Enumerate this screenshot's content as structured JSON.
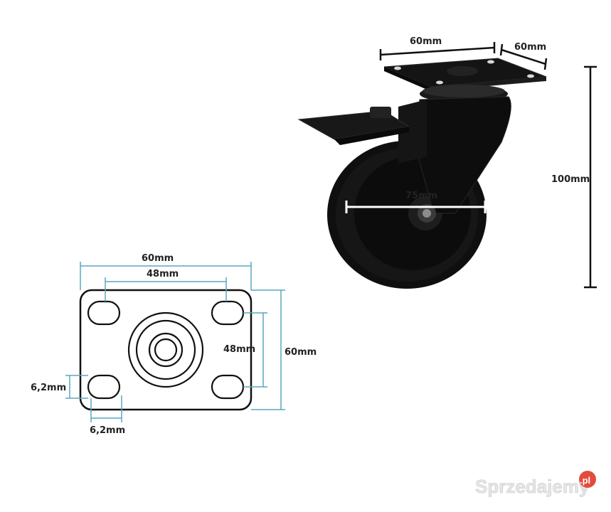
{
  "colors": {
    "dimension_teal": "#5aa7bd",
    "dimension_black": "#111111",
    "dimension_white": "#ffffff",
    "caster_black": "#101010",
    "brand_accent": "#e24c3c"
  },
  "plate_drawing": {
    "width_label": "60mm",
    "hole_spacing_width_label": "48mm",
    "hole_spacing_height_label": "48mm",
    "height_label": "60mm",
    "hole_height_label": "6,2mm",
    "hole_width_label": "6,2mm"
  },
  "caster_photo": {
    "plate_width_label": "60mm",
    "plate_depth_label": "60mm",
    "total_height_label": "100mm",
    "wheel_diameter_label": "75mm"
  },
  "watermark": {
    "brand": "Sprzedajemy",
    "suffix": ".pl"
  }
}
